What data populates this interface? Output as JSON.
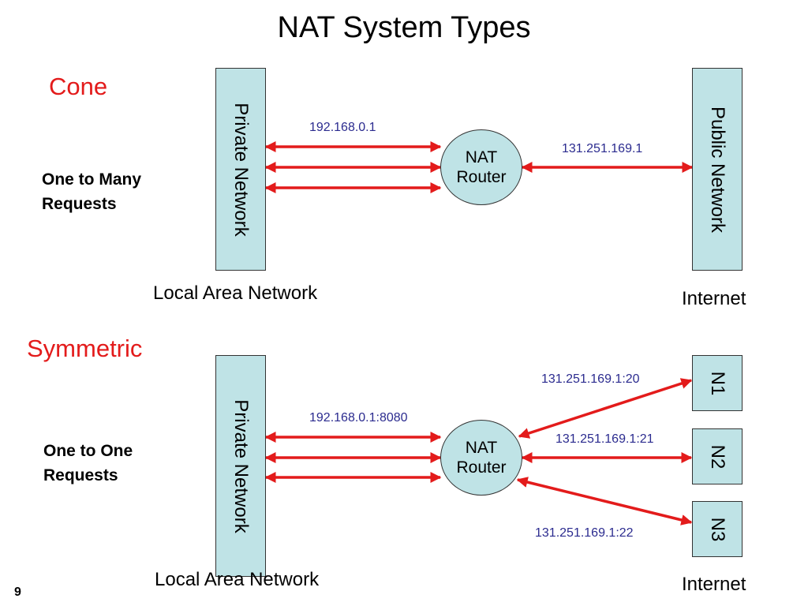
{
  "colors": {
    "accent_red": "#e31b1b",
    "ip_text": "#2b2b8f",
    "box_fill": "#bfe3e6",
    "arrow": "#e31b1b"
  },
  "title": "NAT System Types",
  "page_number": "9",
  "cone": {
    "label": "Cone",
    "description_line1": "One to Many",
    "description_line2": "Requests",
    "private_network": "Private Network",
    "public_network": "Public Network",
    "router_line1": "NAT",
    "router_line2": "Router",
    "private_ip": "192.168.0.1",
    "public_ip": "131.251.169.1",
    "lan_caption": "Local Area Network",
    "internet_caption": "Internet"
  },
  "symmetric": {
    "label": "Symmetric",
    "description_line1": "One to One",
    "description_line2": "Requests",
    "private_network": "Private Network",
    "router_line1": "NAT",
    "router_line2": "Router",
    "private_ip": "192.168.0.1:8080",
    "nodes": [
      {
        "label": "N1",
        "ip": "131.251.169.1:20"
      },
      {
        "label": "N2",
        "ip": "131.251.169.1:21"
      },
      {
        "label": "N3",
        "ip": "131.251.169.1:22"
      }
    ],
    "lan_caption": "Local Area Network",
    "internet_caption": "Internet"
  }
}
